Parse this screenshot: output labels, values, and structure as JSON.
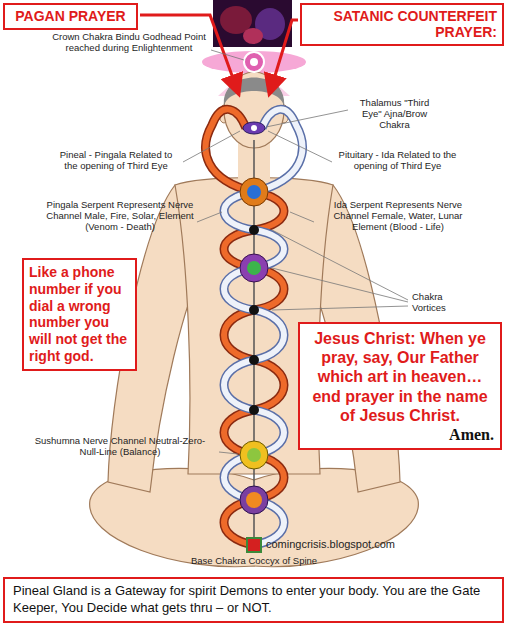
{
  "diagram": {
    "nodes": [
      {
        "text": [
          "PAGAN PRAYER"
        ]
      },
      {
        "text": [
          "SATANIC COUNTERFEIT PRAYER:"
        ]
      },
      {
        "text": [
          "Like a phone number if you dial a wrong number you will not get the right god."
        ]
      },
      {
        "text": [
          "Jesus Christ: When ye pray, say, Our Father which art in heaven…end prayer in the name of Jesus Christ.",
          "Amen."
        ]
      },
      {
        "text": [
          "Pineal Gland is a Gateway for spirit Demons to enter your body. You are the Gate Keeper, You Decide what gets thru – or NOT."
        ]
      }
    ],
    "labels": [
      "Crown Chakra Bindu Godhead Point reached during Enlightenment",
      "Thalamus \"Third Eye\" Ajna/Brow Chakra",
      "Pineal - Pingala Related to the opening of Third Eye",
      "Pituitary - Ida Related to the opening of Third Eye",
      "Pingala Serpent Represents Nerve Channel Male, Fire, Solar, Element (Venom - Death)",
      "Ida Serpent Represents Nerve Channel Female, Water, Lunar Element (Blood - Life)",
      "Chakra Vortices",
      "Sushumna Nerve Channel Neutral-Zero-Null-Line (Balance)",
      "comingcrisis.blogspot.com",
      "Base Chakra Coccyx of Spine"
    ]
  }
}
